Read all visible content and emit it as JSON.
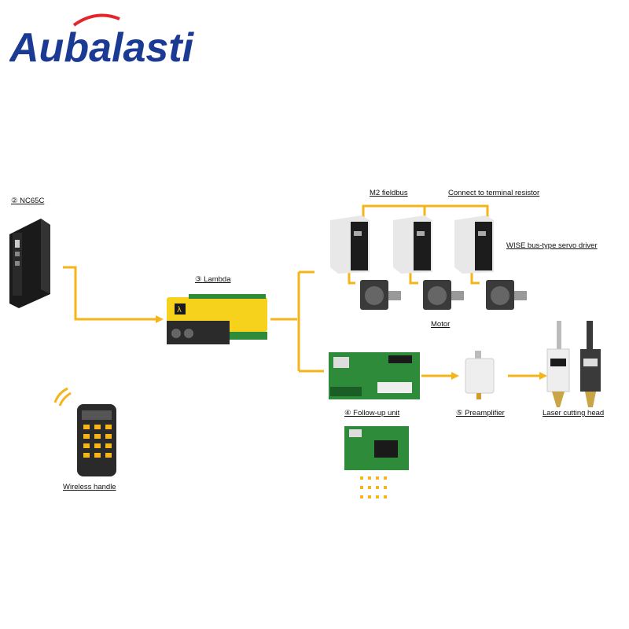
{
  "brand": {
    "logo_text": "Aubalasti",
    "color": "#1b3a93",
    "swoosh_color": "#e3262b"
  },
  "colors": {
    "connector": "#f5b41a",
    "device_yellow": "#f7d21c",
    "board_green": "#2e8b3a"
  },
  "labels": {
    "nc65c": "② NC65C",
    "lambda": "③ Lambda",
    "m2_fieldbus": "M2 fieldbus",
    "terminal_resistor": "Connect to terminal resistor",
    "servo_driver": "WISE bus-type servo driver",
    "motor": "Motor",
    "follow_up": "④ Follow-up unit",
    "preamplifier": "⑤ Preamplifier",
    "laser_head": "Laser cutting head",
    "wireless_handle": "Wireless handle"
  }
}
